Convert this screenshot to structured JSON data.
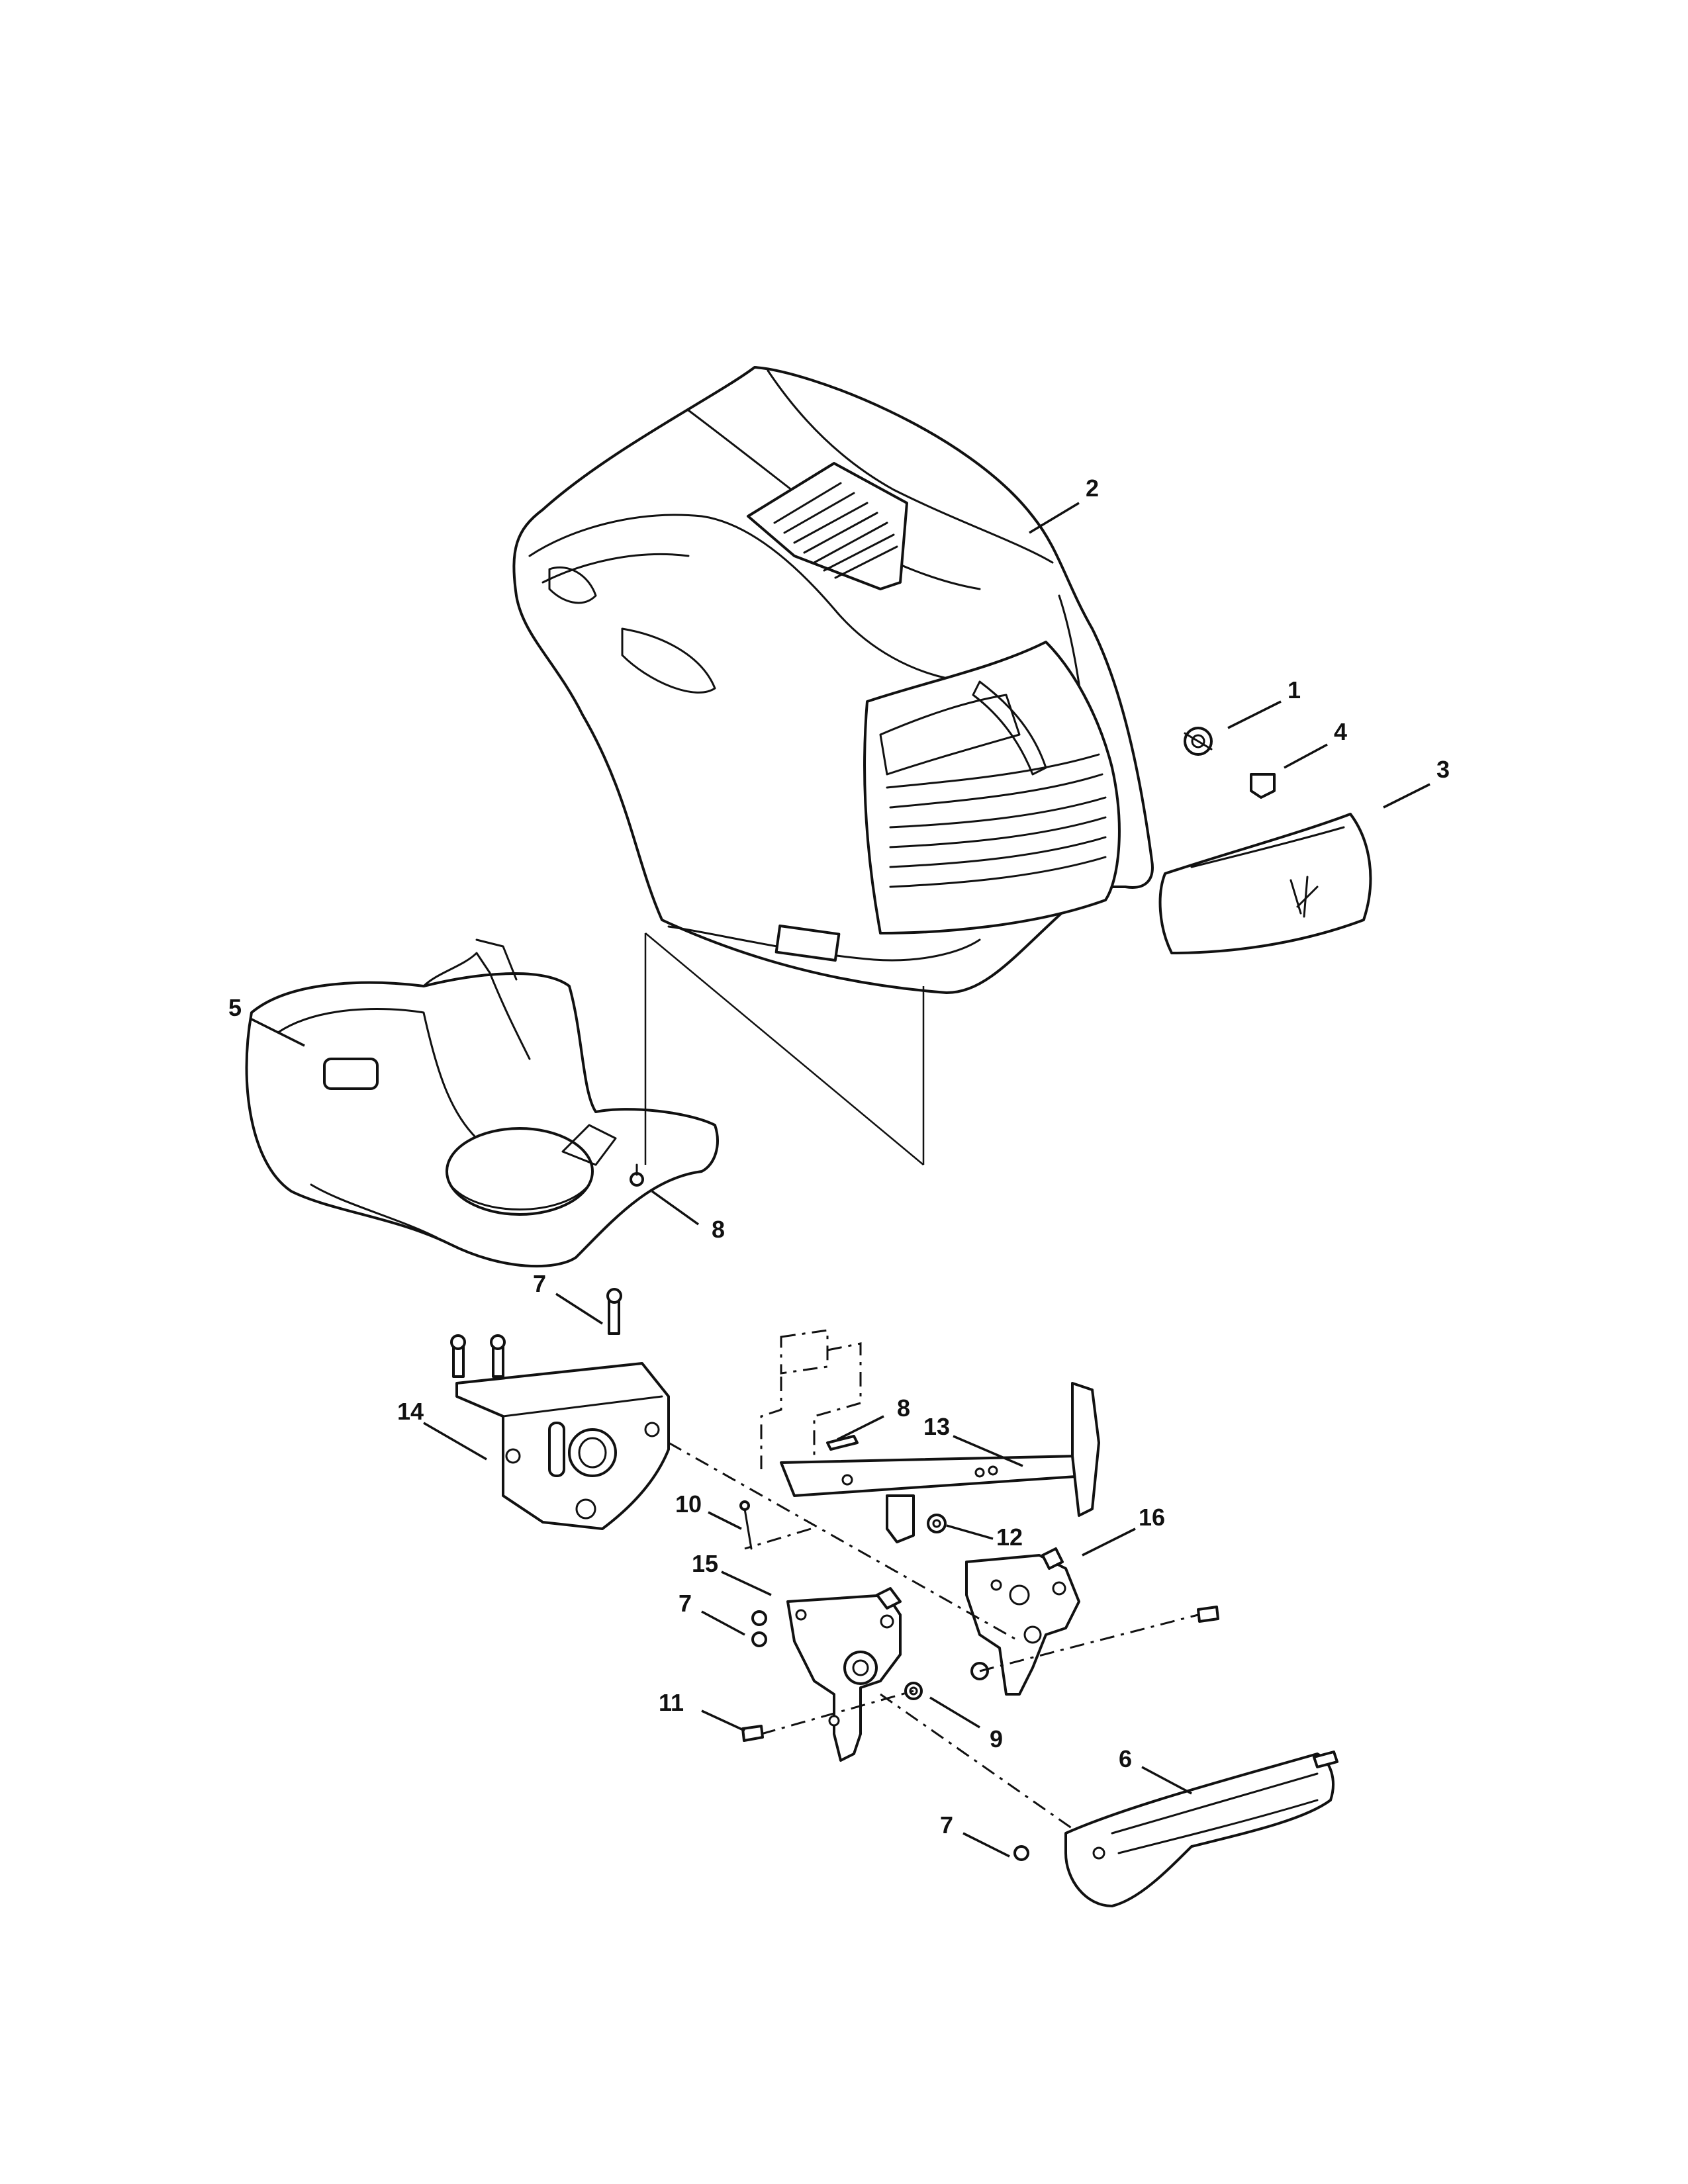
{
  "diagram": {
    "callouts": [
      {
        "id": "c1",
        "label": "1"
      },
      {
        "id": "c2",
        "label": "2"
      },
      {
        "id": "c3",
        "label": "3"
      },
      {
        "id": "c4",
        "label": "4"
      },
      {
        "id": "c5",
        "label": "5"
      },
      {
        "id": "c6",
        "label": "6"
      },
      {
        "id": "c7a",
        "label": "7"
      },
      {
        "id": "c7b",
        "label": "7"
      },
      {
        "id": "c7c",
        "label": "7"
      },
      {
        "id": "c8a",
        "label": "8"
      },
      {
        "id": "c8b",
        "label": "8"
      },
      {
        "id": "c9",
        "label": "9"
      },
      {
        "id": "c10",
        "label": "10"
      },
      {
        "id": "c11",
        "label": "11"
      },
      {
        "id": "c12",
        "label": "12"
      },
      {
        "id": "c13",
        "label": "13"
      },
      {
        "id": "c14",
        "label": "14"
      },
      {
        "id": "c15",
        "label": "15"
      },
      {
        "id": "c16",
        "label": "16"
      }
    ]
  }
}
